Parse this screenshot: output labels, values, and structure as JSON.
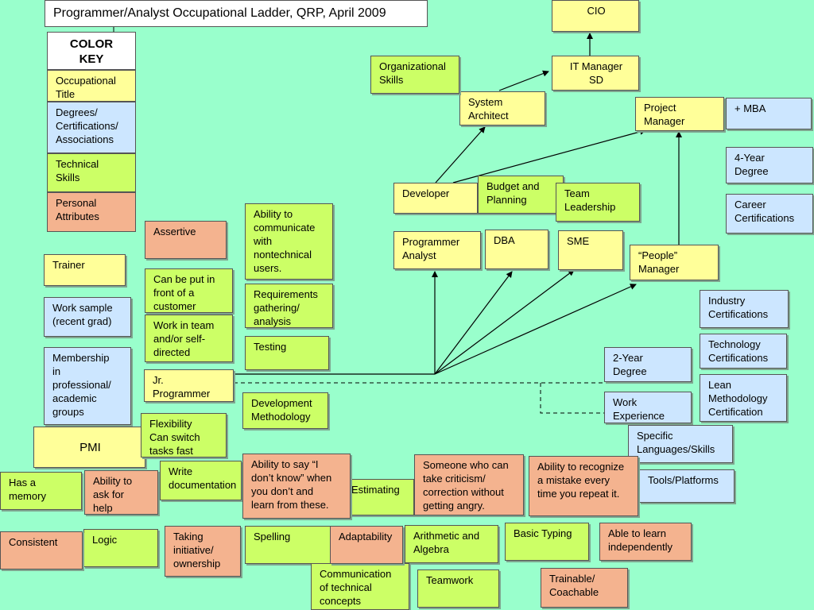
{
  "title": "Programmer/Analyst Occupational Ladder, QRP, April 2009",
  "color_key": {
    "heading": "COLOR\nKEY",
    "items": [
      "Occupational\nTitle",
      "Degrees/\nCertifications/\nAssociations",
      "Technical\nSkills",
      "Personal\nAttributes"
    ]
  },
  "colors": {
    "background": "#99ffcc",
    "occupational_title": "#ffff99",
    "degrees": "#cce6ff",
    "technical_skills": "#ccff66",
    "personal_attributes": "#f4b38f"
  },
  "titles": {
    "cio": "CIO",
    "it_manager": "IT Manager\nSD",
    "system_architect": "System\nArchitect",
    "project_manager": "Project\nManager",
    "developer": "Developer",
    "programmer_analyst": "Programmer\nAnalyst",
    "dba": "DBA",
    "sme": "SME",
    "people_manager": "“People”\nManager",
    "jr_programmer": "Jr.\nProgrammer",
    "trainer": "Trainer",
    "pmi": "PMI"
  },
  "degrees": {
    "mba": "+ MBA",
    "four_year": "4-Year\nDegree",
    "career_cert": "Career\nCertifications",
    "industry_cert": "Industry\nCertifications",
    "technology_cert": "Technology\nCertifications",
    "two_year": "2-Year\nDegree",
    "work_experience": "Work\nExperience",
    "lean_cert": "Lean\nMethodology\nCertification",
    "specific_languages": "Specific\nLanguages/Skills",
    "tools_platforms": "Tools/Platforms",
    "work_sample": "Work sample\n(recent grad)",
    "membership": "Membership\nin\nprofessional/\nacademic\ngroups"
  },
  "technical": {
    "org_skills": "Organizational\nSkills",
    "budget_planning": "Budget and\nPlanning",
    "team_leadership": "Team\nLeadership",
    "communicate_nontech": "Ability to\ncommunicate\nwith\nnontechnical\nusers.",
    "can_be_put_front": "Can be put in\nfront of a\ncustomer",
    "requirements": "Requirements\ngathering/\nanalysis",
    "work_in_team": "Work in team\nand/or self-\ndirected",
    "testing": "Testing",
    "dev_methodology": "Development\nMethodology",
    "flexibility": "Flexibility\nCan switch\ntasks fast",
    "write_doc": "Write\ndocumentation",
    "estimating": "Estimating",
    "logic": "Logic",
    "spelling": "Spelling",
    "arithmetic": "Arithmetic and\nAlgebra",
    "basic_typing": "Basic Typing",
    "communication_tech": "Communication\nof technical\nconcepts",
    "teamwork": "Teamwork"
  },
  "personal": {
    "assertive": "Assertive",
    "has_memory": "Has a\nmemory",
    "ask_for_help": "Ability to\nask for\nhelp",
    "say_dont_know": "Ability to say “I\ndon’t know” when\nyou don’t and\nlearn from these.",
    "take_criticism": "Someone who can\ntake criticism/\ncorrection without\ngetting angry.",
    "recognize_mistake": "Ability to recognize\na mistake every\ntime you repeat it.",
    "consistent": "Consistent",
    "taking_initiative": "Taking\ninitiative/\nownership",
    "adaptability": "Adaptability",
    "learn_independently": "Able to learn\nindependently",
    "trainable": "Trainable/\nCoachable"
  }
}
